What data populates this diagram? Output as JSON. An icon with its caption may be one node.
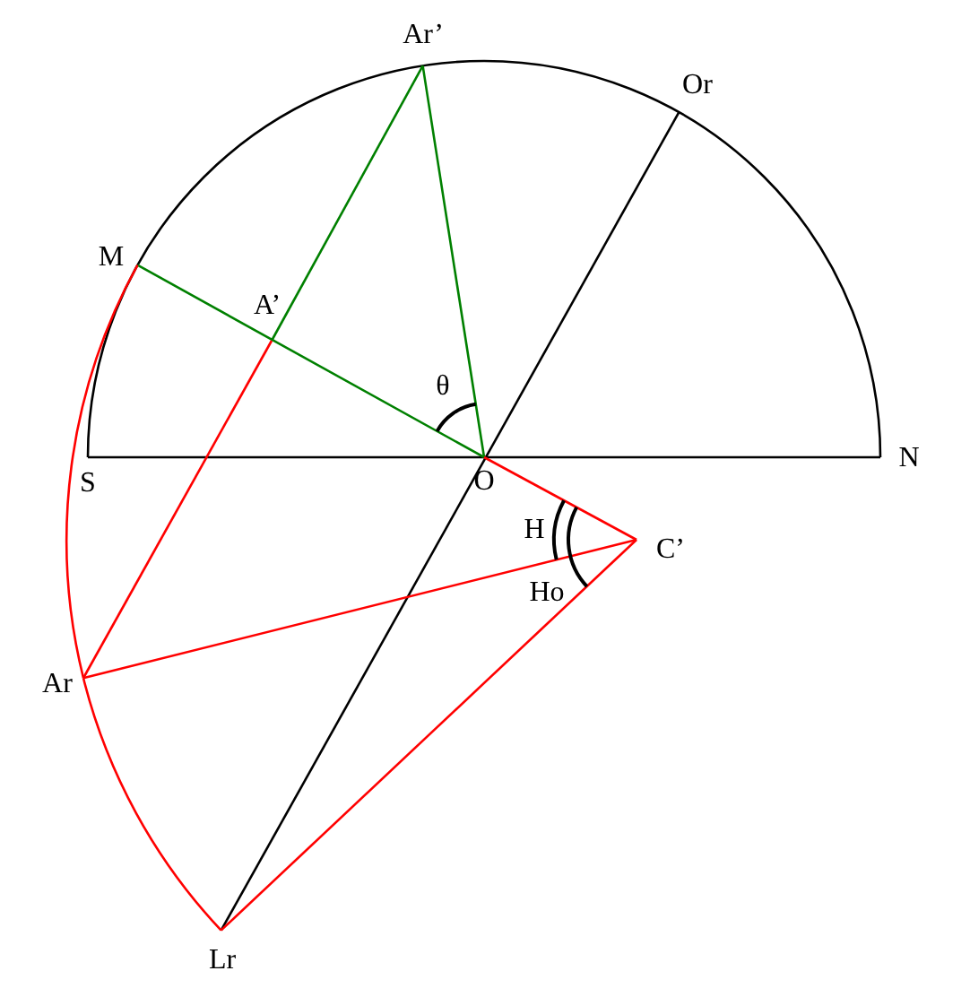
{
  "diagram": {
    "nodes": [
      {
        "text": [
          "Ar’"
        ]
      },
      {
        "text": [
          "Or"
        ]
      },
      {
        "text": [
          "M"
        ]
      },
      {
        "text": [
          "A’"
        ]
      },
      {
        "text": [
          "S"
        ]
      },
      {
        "text": [
          "O"
        ]
      },
      {
        "text": [
          "N"
        ]
      },
      {
        "text": [
          "C’"
        ]
      },
      {
        "text": [
          "Ar"
        ]
      },
      {
        "text": [
          "Lr"
        ]
      }
    ],
    "edges": [
      {
        "from": 4,
        "to": 6,
        "arrow": "none",
        "color": "#000000"
      },
      {
        "from": 1,
        "to": 9,
        "arrow": "none",
        "color": "#000000"
      },
      {
        "from": 0,
        "to": 5,
        "arrow": "none",
        "color": "#008000"
      },
      {
        "from": 2,
        "to": 5,
        "arrow": "none",
        "color": "#008000"
      },
      {
        "from": 0,
        "to": 3,
        "arrow": "none",
        "color": "#008000"
      },
      {
        "from": 3,
        "to": 8,
        "arrow": "none",
        "color": "#ff0000"
      },
      {
        "from": 5,
        "to": 7,
        "arrow": "none",
        "color": "#ff0000"
      },
      {
        "from": 8,
        "to": 7,
        "arrow": "none",
        "color": "#ff0000"
      },
      {
        "from": 9,
        "to": 7,
        "arrow": "none",
        "color": "#ff0000"
      },
      {
        "from": 2,
        "to": 8,
        "arrow": "none",
        "color": "#ff0000"
      },
      {
        "from": 8,
        "to": 9,
        "arrow": "none",
        "color": "#ff0000"
      }
    ],
    "labels": [
      "θ",
      "H",
      "Ho"
    ]
  }
}
